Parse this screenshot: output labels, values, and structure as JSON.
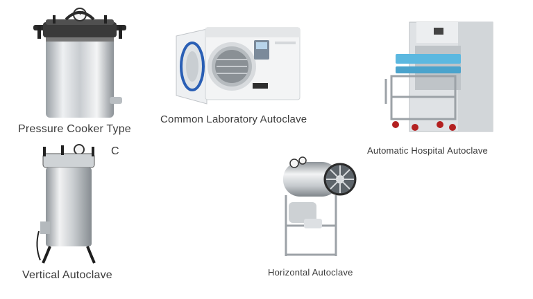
{
  "captions": {
    "pressure_cooker": "Pressure Cooker Type",
    "common_lab": "Common Laboratory Autoclave",
    "hospital": "Automatic Hospital Autoclave",
    "vertical": "Vertical Autoclave",
    "horizontal": "Horizontal Autoclave",
    "stray_letter": "C"
  },
  "icons": {
    "pressure_cooker": "pressure-cooker-autoclave-photo",
    "common_lab": "benchtop-laboratory-autoclave-photo",
    "hospital": "hospital-autoclave-with-trolley-photo",
    "vertical": "vertical-autoclave-photo",
    "horizontal": "horizontal-autoclave-photo"
  },
  "colors": {
    "background": "#ffffff",
    "caption_text": "#3a3a3a",
    "steel_light": "#e6e8ea",
    "steel_dark": "#8e9499",
    "accent_blue": "#2a5fb5",
    "tray_blue": "#5bb8e0",
    "wheel_red": "#b32020"
  }
}
